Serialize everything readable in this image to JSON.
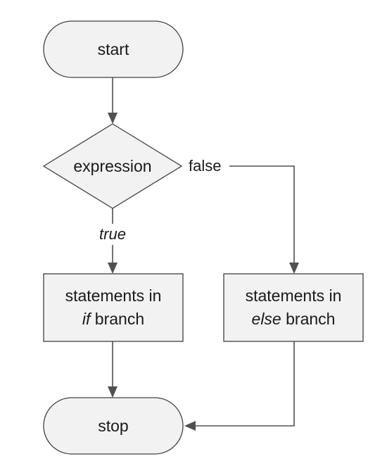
{
  "nodes": {
    "start": {
      "label": "start"
    },
    "decision": {
      "label": "expression"
    },
    "if_branch": {
      "line1": "statements in",
      "line2_italic": "if",
      "line2_rest": " branch"
    },
    "else_branch": {
      "line1": "statements in",
      "line2_italic": "else",
      "line2_rest": " branch"
    },
    "stop": {
      "label": "stop"
    }
  },
  "edges": {
    "true_label": "true",
    "false_label": "false"
  },
  "colors": {
    "node_fill": "#f2f2f2",
    "node_stroke": "#404040",
    "edge": "#505050",
    "text": "#1a1a1a"
  }
}
